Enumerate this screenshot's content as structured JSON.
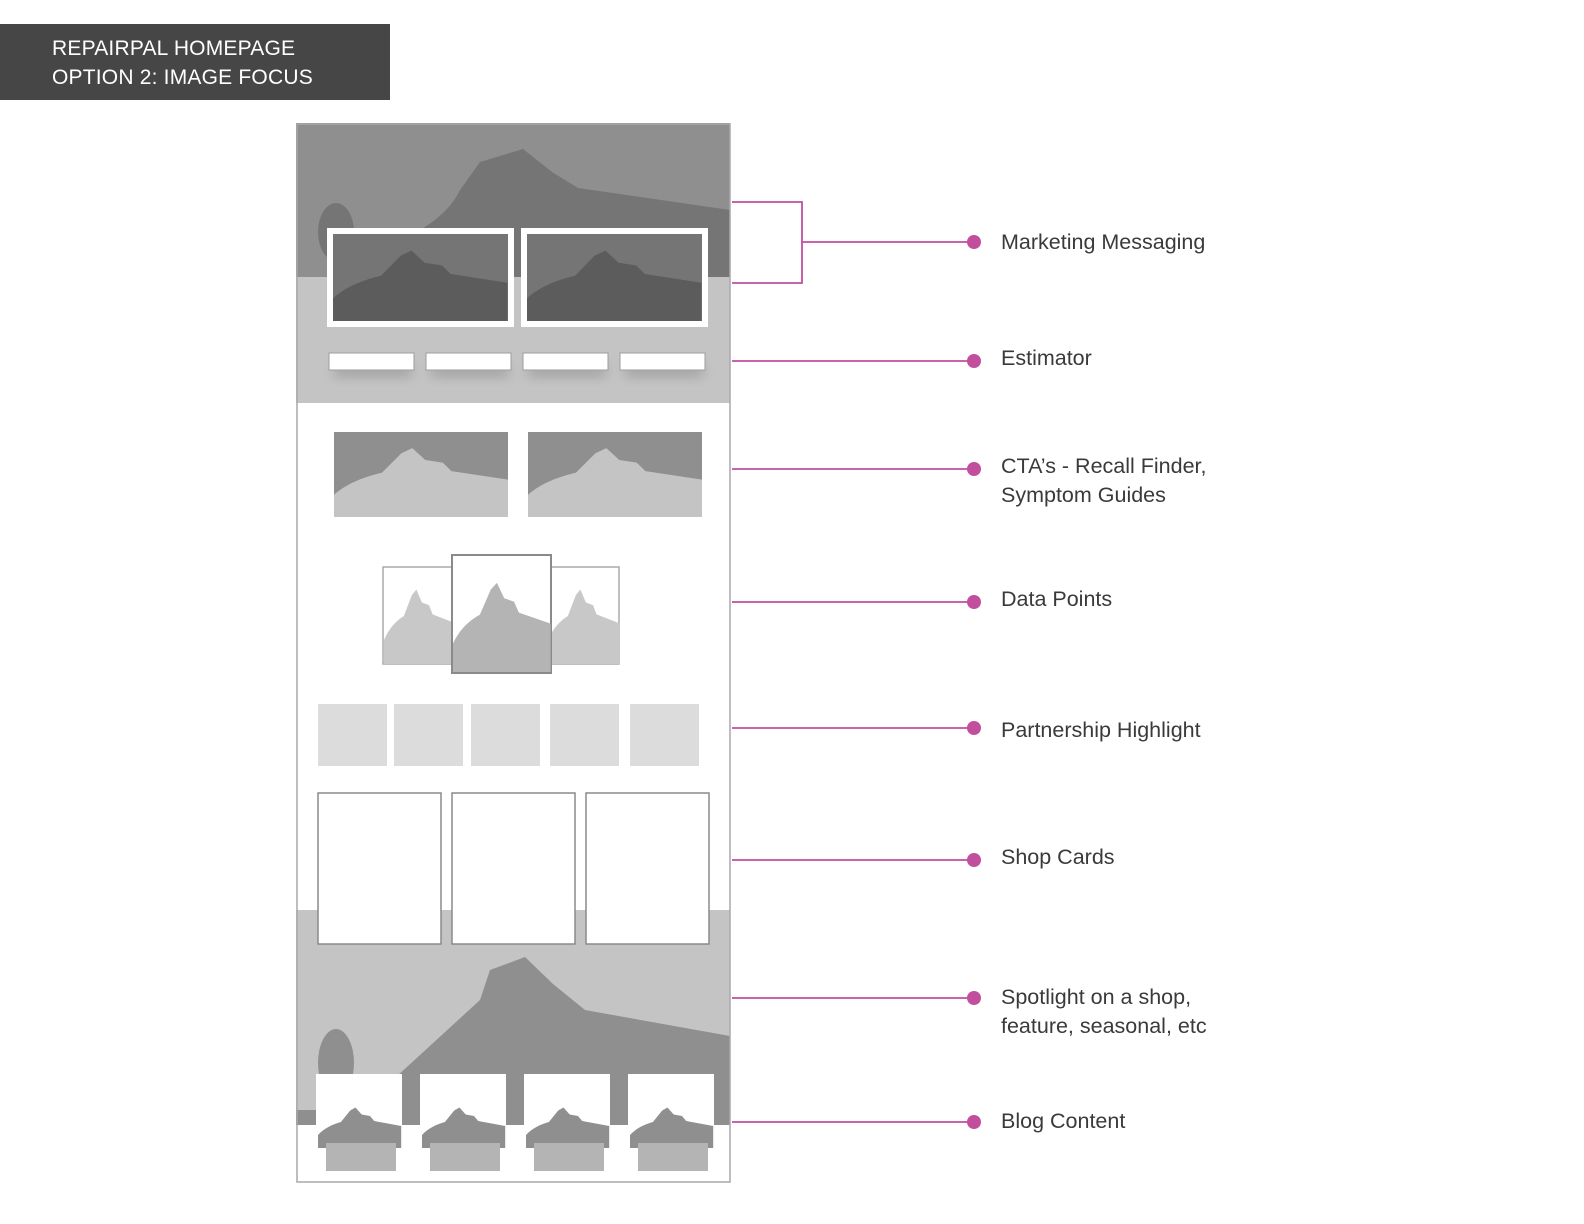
{
  "header": {
    "line1": "REPAIRPAL HOMEPAGE",
    "line2": "OPTION 2: IMAGE FOCUS"
  },
  "colors": {
    "accent": "#c14f9e",
    "header_bg": "#464646",
    "placeholder_dark": "#757575",
    "placeholder_mid": "#8f8f8f",
    "placeholder_light": "#c4c4c4",
    "tile": "#dcdcdd"
  },
  "annotations": [
    {
      "id": "marketing-messaging",
      "lines": [
        "Marketing Messaging"
      ]
    },
    {
      "id": "estimator",
      "lines": [
        "Estimator"
      ]
    },
    {
      "id": "ctas",
      "lines": [
        "CTA’s - Recall Finder,",
        "Symptom Guides"
      ]
    },
    {
      "id": "data-points",
      "lines": [
        "Data Points"
      ]
    },
    {
      "id": "partnership-highlight",
      "lines": [
        "Partnership Highlight"
      ]
    },
    {
      "id": "shop-cards",
      "lines": [
        "Shop Cards"
      ]
    },
    {
      "id": "spotlight",
      "lines": [
        "Spotlight on a shop,",
        "feature, seasonal, etc"
      ]
    },
    {
      "id": "blog-content",
      "lines": [
        "Blog Content"
      ]
    }
  ],
  "wireframe_sections": {
    "hero_message_cards": 2,
    "estimator_fields": 4,
    "cta_images": 2,
    "data_point_cards": 3,
    "partner_tiles": 5,
    "shop_cards": 3,
    "blog_cards": 4
  }
}
